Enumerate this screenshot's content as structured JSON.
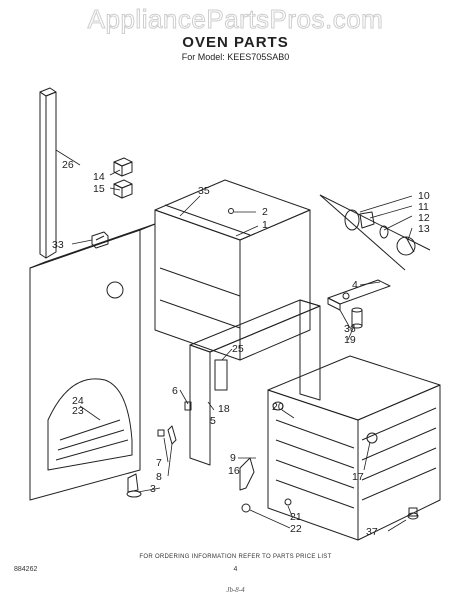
{
  "watermark": "AppliancePartsPros.com",
  "title": "OVEN PARTS",
  "model_line": "For Model: KEES705SAB0",
  "callouts": [
    "26",
    "14",
    "15",
    "33",
    "35",
    "2",
    "1",
    "10",
    "11",
    "12",
    "13",
    "4",
    "36",
    "19",
    "25",
    "6",
    "18",
    "5",
    "24",
    "23",
    "20",
    "9",
    "16",
    "17",
    "7",
    "8",
    "3",
    "21",
    "22",
    "37"
  ],
  "footer": {
    "instruction": "FOR ORDERING INFORMATION REFER TO PARTS PRICE LIST",
    "page_number": "4",
    "doc_number": "884262",
    "date_code": "Jb-8-4"
  }
}
